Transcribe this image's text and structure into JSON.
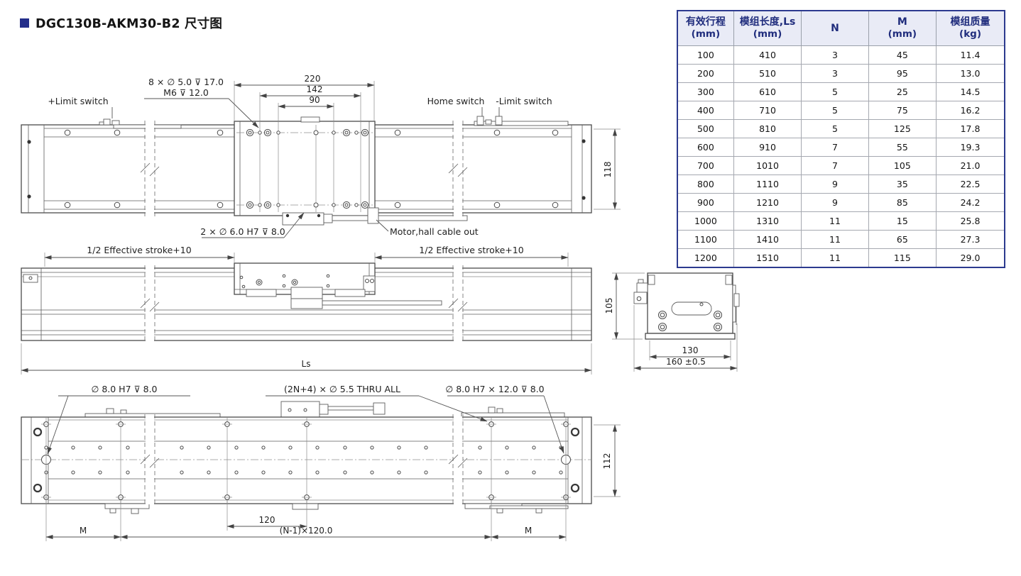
{
  "page": {
    "title": "DGC130B-AKM30-B2 尺寸图"
  },
  "colors": {
    "accent_navy": "#232e8a",
    "table_header_bg": "#e9ebf6",
    "table_header_text": "#202d7d",
    "line": "#4a4a4a"
  },
  "spec_table": {
    "headers": [
      {
        "line1": "有效行程",
        "line2": "(mm)"
      },
      {
        "line1": "模组长度,Ls",
        "line2": "(mm)"
      },
      {
        "line1": "N",
        "line2": ""
      },
      {
        "line1": "M",
        "line2": "(mm)"
      },
      {
        "line1": "模组质量",
        "line2": "(kg)"
      }
    ],
    "rows": [
      [
        "100",
        "410",
        "3",
        "45",
        "11.4"
      ],
      [
        "200",
        "510",
        "3",
        "95",
        "13.0"
      ],
      [
        "300",
        "610",
        "5",
        "25",
        "14.5"
      ],
      [
        "400",
        "710",
        "5",
        "75",
        "16.2"
      ],
      [
        "500",
        "810",
        "5",
        "125",
        "17.8"
      ],
      [
        "600",
        "910",
        "7",
        "55",
        "19.3"
      ],
      [
        "700",
        "1010",
        "7",
        "105",
        "21.0"
      ],
      [
        "800",
        "1110",
        "9",
        "35",
        "22.5"
      ],
      [
        "900",
        "1210",
        "9",
        "85",
        "24.2"
      ],
      [
        "1000",
        "1310",
        "11",
        "15",
        "25.8"
      ],
      [
        "1100",
        "1410",
        "11",
        "65",
        "27.3"
      ],
      [
        "1200",
        "1510",
        "11",
        "115",
        "29.0"
      ]
    ]
  },
  "top_view": {
    "label_plus_limit": "+Limit switch",
    "callout_line1": "8 × ∅ 5.0  ⊽ 17.0",
    "callout_line2": "M6 ⊽ 12.0",
    "dim_220": "220",
    "dim_142": "142",
    "dim_90": "90",
    "label_home": "Home switch",
    "label_minus_limit": "-Limit switch",
    "dim_118": "118",
    "callout_pin": "2 × ∅ 6.0 H7  ⊽ 8.0",
    "label_motor": "Motor,hall cable out"
  },
  "side_view": {
    "dim_stroke_left": "1/2 Effective stroke+10",
    "dim_stroke_right": "1/2 Effective stroke+10",
    "dim_ls": "Ls"
  },
  "end_view": {
    "dim_105": "105",
    "dim_130": "130",
    "dim_160": "160 ±0.5"
  },
  "bottom_view": {
    "callout_left": "∅ 8.0 H7  ⊽ 8.0",
    "callout_center": "(2N+4) × ∅ 5.5 THRU ALL",
    "callout_right": "∅ 8.0 H7 × 12.0  ⊽ 8.0",
    "dim_120": "120",
    "dim_pitch": "(N-1)×120.0",
    "dim_m_left": "M",
    "dim_m_right": "M",
    "dim_112": "112"
  }
}
